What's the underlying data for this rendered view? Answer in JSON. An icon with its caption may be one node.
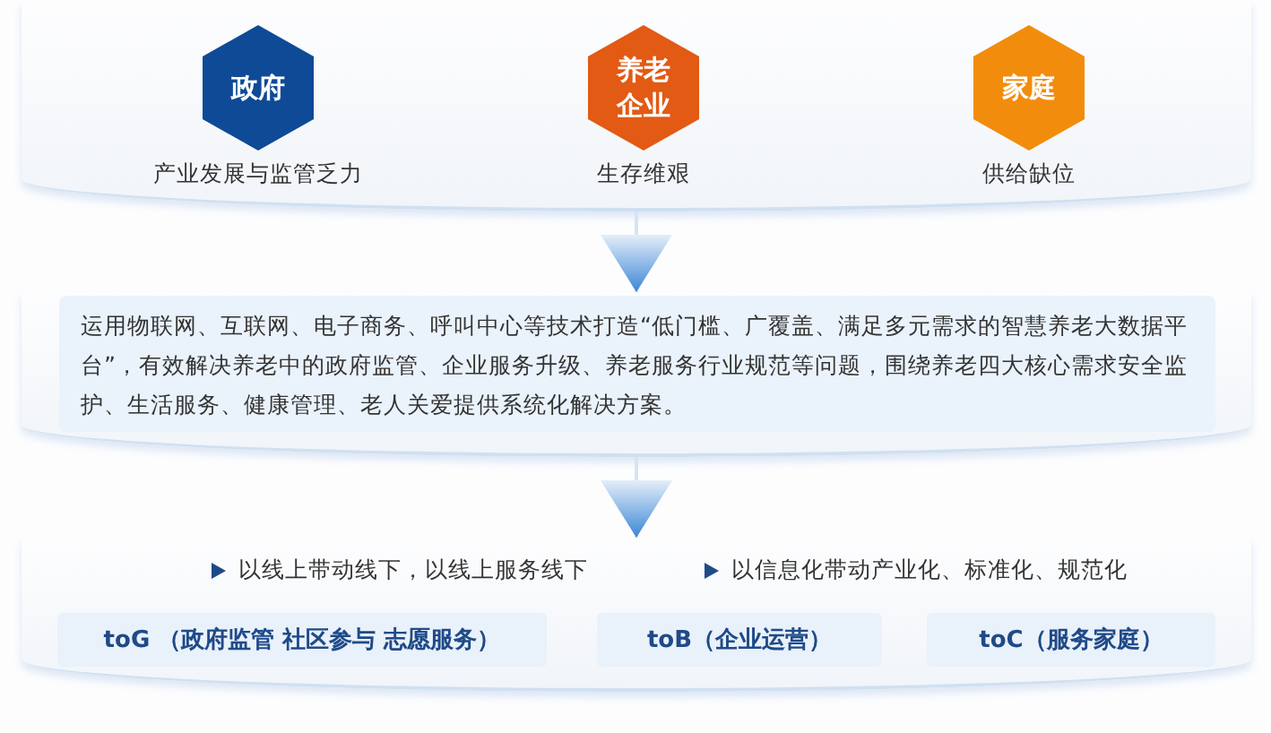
{
  "diagram": {
    "nodes": [
      {
        "text": [],
        "shape": "band"
      },
      {
        "text": [
          "政府"
        ],
        "in": 0,
        "beside": [
          "产业发展与监管乏力"
        ]
      },
      {
        "text": [
          "养老企业"
        ],
        "in": 0,
        "beside": [
          "生存维艰"
        ]
      },
      {
        "text": [
          "家庭"
        ],
        "in": 0,
        "beside": [
          "供给缺位"
        ]
      },
      {
        "text": [],
        "shape": "band"
      },
      {
        "text": [
          "运用物联网、互联网、电子商务、呼叫中心等技术打造“低门槛、广覆盖、满足多元需求的智慧养老大数据平台”，有效解决养老中的政府监管、企业服务升级、养老服务行业规范等问题，围绕养老四大核心需求安全监护、生活服务、健康管理、老人关爱提供系统化解决方案。"
        ],
        "in": 4
      },
      {
        "text": [
          "以线上带动线下，以线上服务线下",
          "以信息化带动产业化、标准化、规范化"
        ]
      },
      {
        "text": [
          "toG （政府监管 社区参与 志愿服务）"
        ],
        "in": 6
      },
      {
        "text": [
          "toB（企业运营）"
        ],
        "in": 6
      },
      {
        "text": [
          "toC（服务家庭）"
        ],
        "in": 6
      }
    ],
    "edges": [
      {
        "from": 0,
        "to": 4,
        "arrow": "to"
      },
      {
        "from": 4,
        "to": 6,
        "arrow": "to"
      }
    ]
  }
}
